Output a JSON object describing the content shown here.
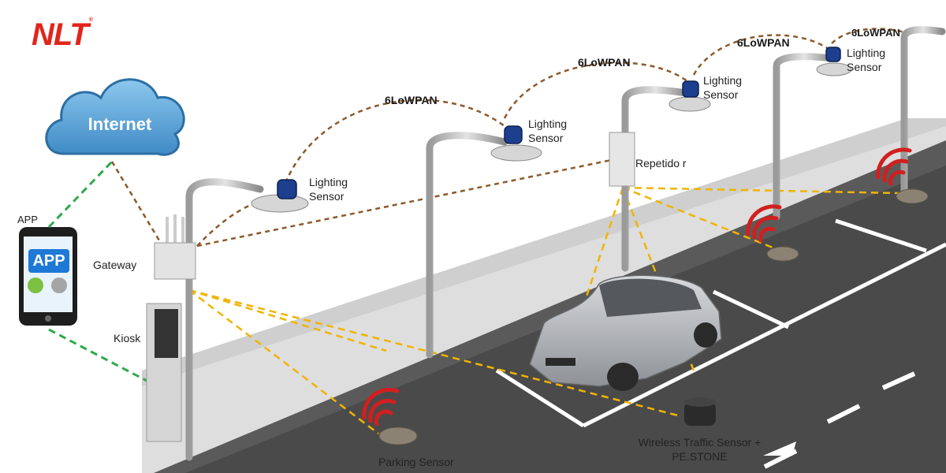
{
  "brand": {
    "name": "NLT",
    "trademark": "®"
  },
  "cloud": {
    "label": "Internet"
  },
  "phone": {
    "top_label": "APP",
    "screen_label": "APP"
  },
  "devices": {
    "gateway": "Gateway",
    "kiosk": "Kiosk",
    "repeater": "Repetido r"
  },
  "sensors": {
    "lighting": "Lighting Sensor",
    "parking": "Parking Sensor",
    "traffic": "Wireless Traffic Sensor + PE.STONE"
  },
  "links": {
    "mesh": "6LoWPAN"
  },
  "colors": {
    "brand": "#e1251b",
    "internet_link": "#8b5a2b",
    "app_link": "#2eaa4a",
    "sensor_link": "#f0b400",
    "road": "#4a4a4a",
    "signal": "#d11f1f"
  }
}
